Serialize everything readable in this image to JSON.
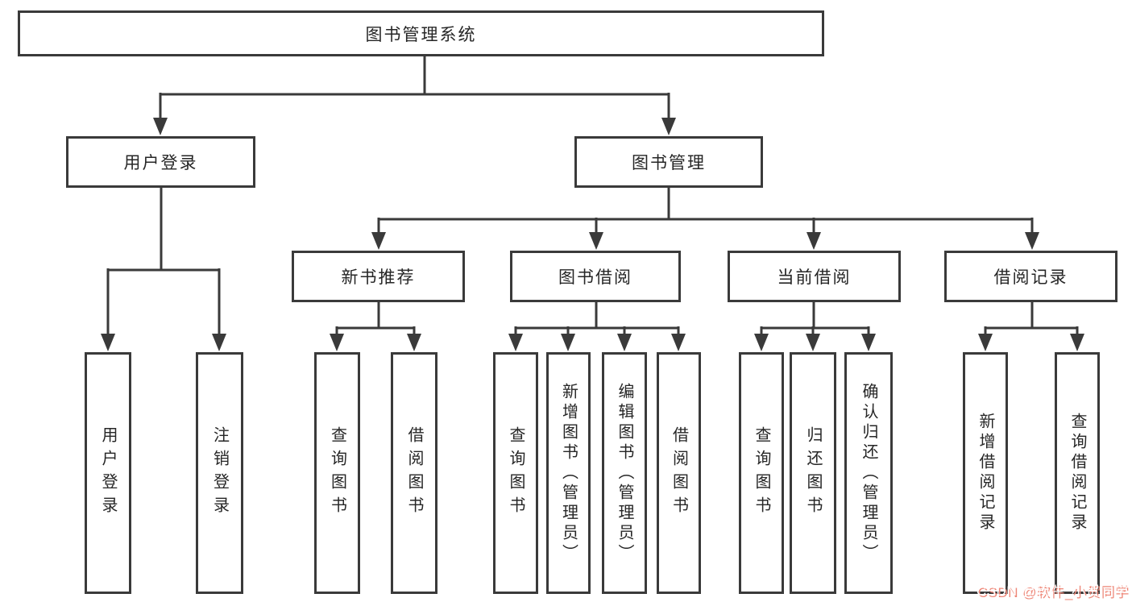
{
  "diagram_title": "图书管理系统",
  "colors": {
    "line": "#3a3a3a",
    "box_border": "#3a3a3a",
    "text": "#262626",
    "watermark_text": "#ffffff",
    "watermark_shadow": "#ee8677"
  },
  "tree": {
    "root": "图书管理系统",
    "branches": [
      {
        "label": "用户登录",
        "children": [
          "用户登录",
          "注销登录"
        ]
      },
      {
        "label": "图书管理",
        "groups": [
          {
            "label": "新书推荐",
            "children": [
              "查询图书",
              "借阅图书"
            ]
          },
          {
            "label": "图书借阅",
            "children": [
              "查询图书",
              "新增图书（管理员）",
              "编辑图书（管理员）",
              "借阅图书"
            ]
          },
          {
            "label": "当前借阅",
            "children": [
              "查询图书",
              "归还图书",
              "确认归还（管理员）"
            ]
          },
          {
            "label": "借阅记录",
            "children": [
              "新增借阅记录",
              "查询借阅记录"
            ]
          }
        ]
      }
    ]
  },
  "watermark": "CSDN @软件_小贺同学"
}
